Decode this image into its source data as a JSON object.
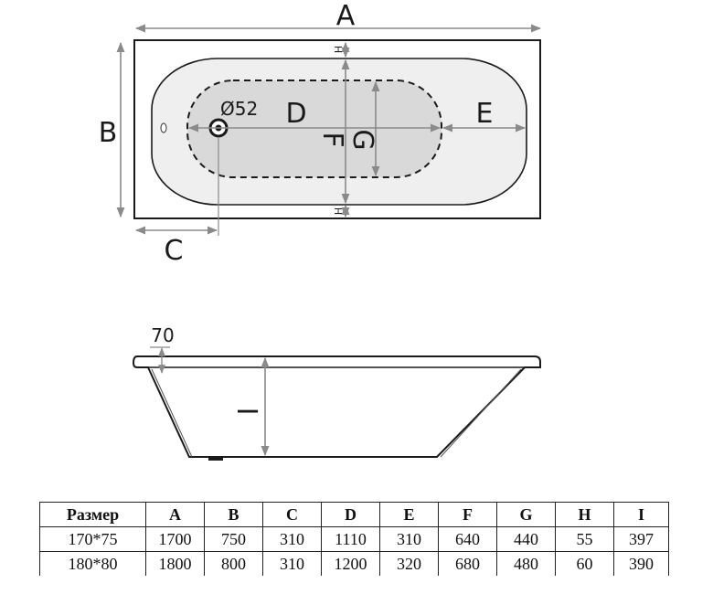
{
  "plan_view": {
    "labels": {
      "A": "A",
      "B": "B",
      "C": "C",
      "D": "D",
      "E": "E",
      "F": "F",
      "G": "G",
      "H_top": "H",
      "H_bottom": "H",
      "drain": "Ø52"
    }
  },
  "side_view": {
    "labels": {
      "rim": "70",
      "I": "I"
    }
  },
  "table": {
    "headers": [
      "Размер",
      "A",
      "B",
      "C",
      "D",
      "E",
      "F",
      "G",
      "H",
      "I"
    ],
    "rows": [
      [
        "170*75",
        "1700",
        "750",
        "310",
        "1110",
        "310",
        "640",
        "440",
        "55",
        "397"
      ],
      [
        "180*80",
        "1800",
        "800",
        "310",
        "1200",
        "320",
        "680",
        "480",
        "60",
        "390"
      ]
    ]
  }
}
